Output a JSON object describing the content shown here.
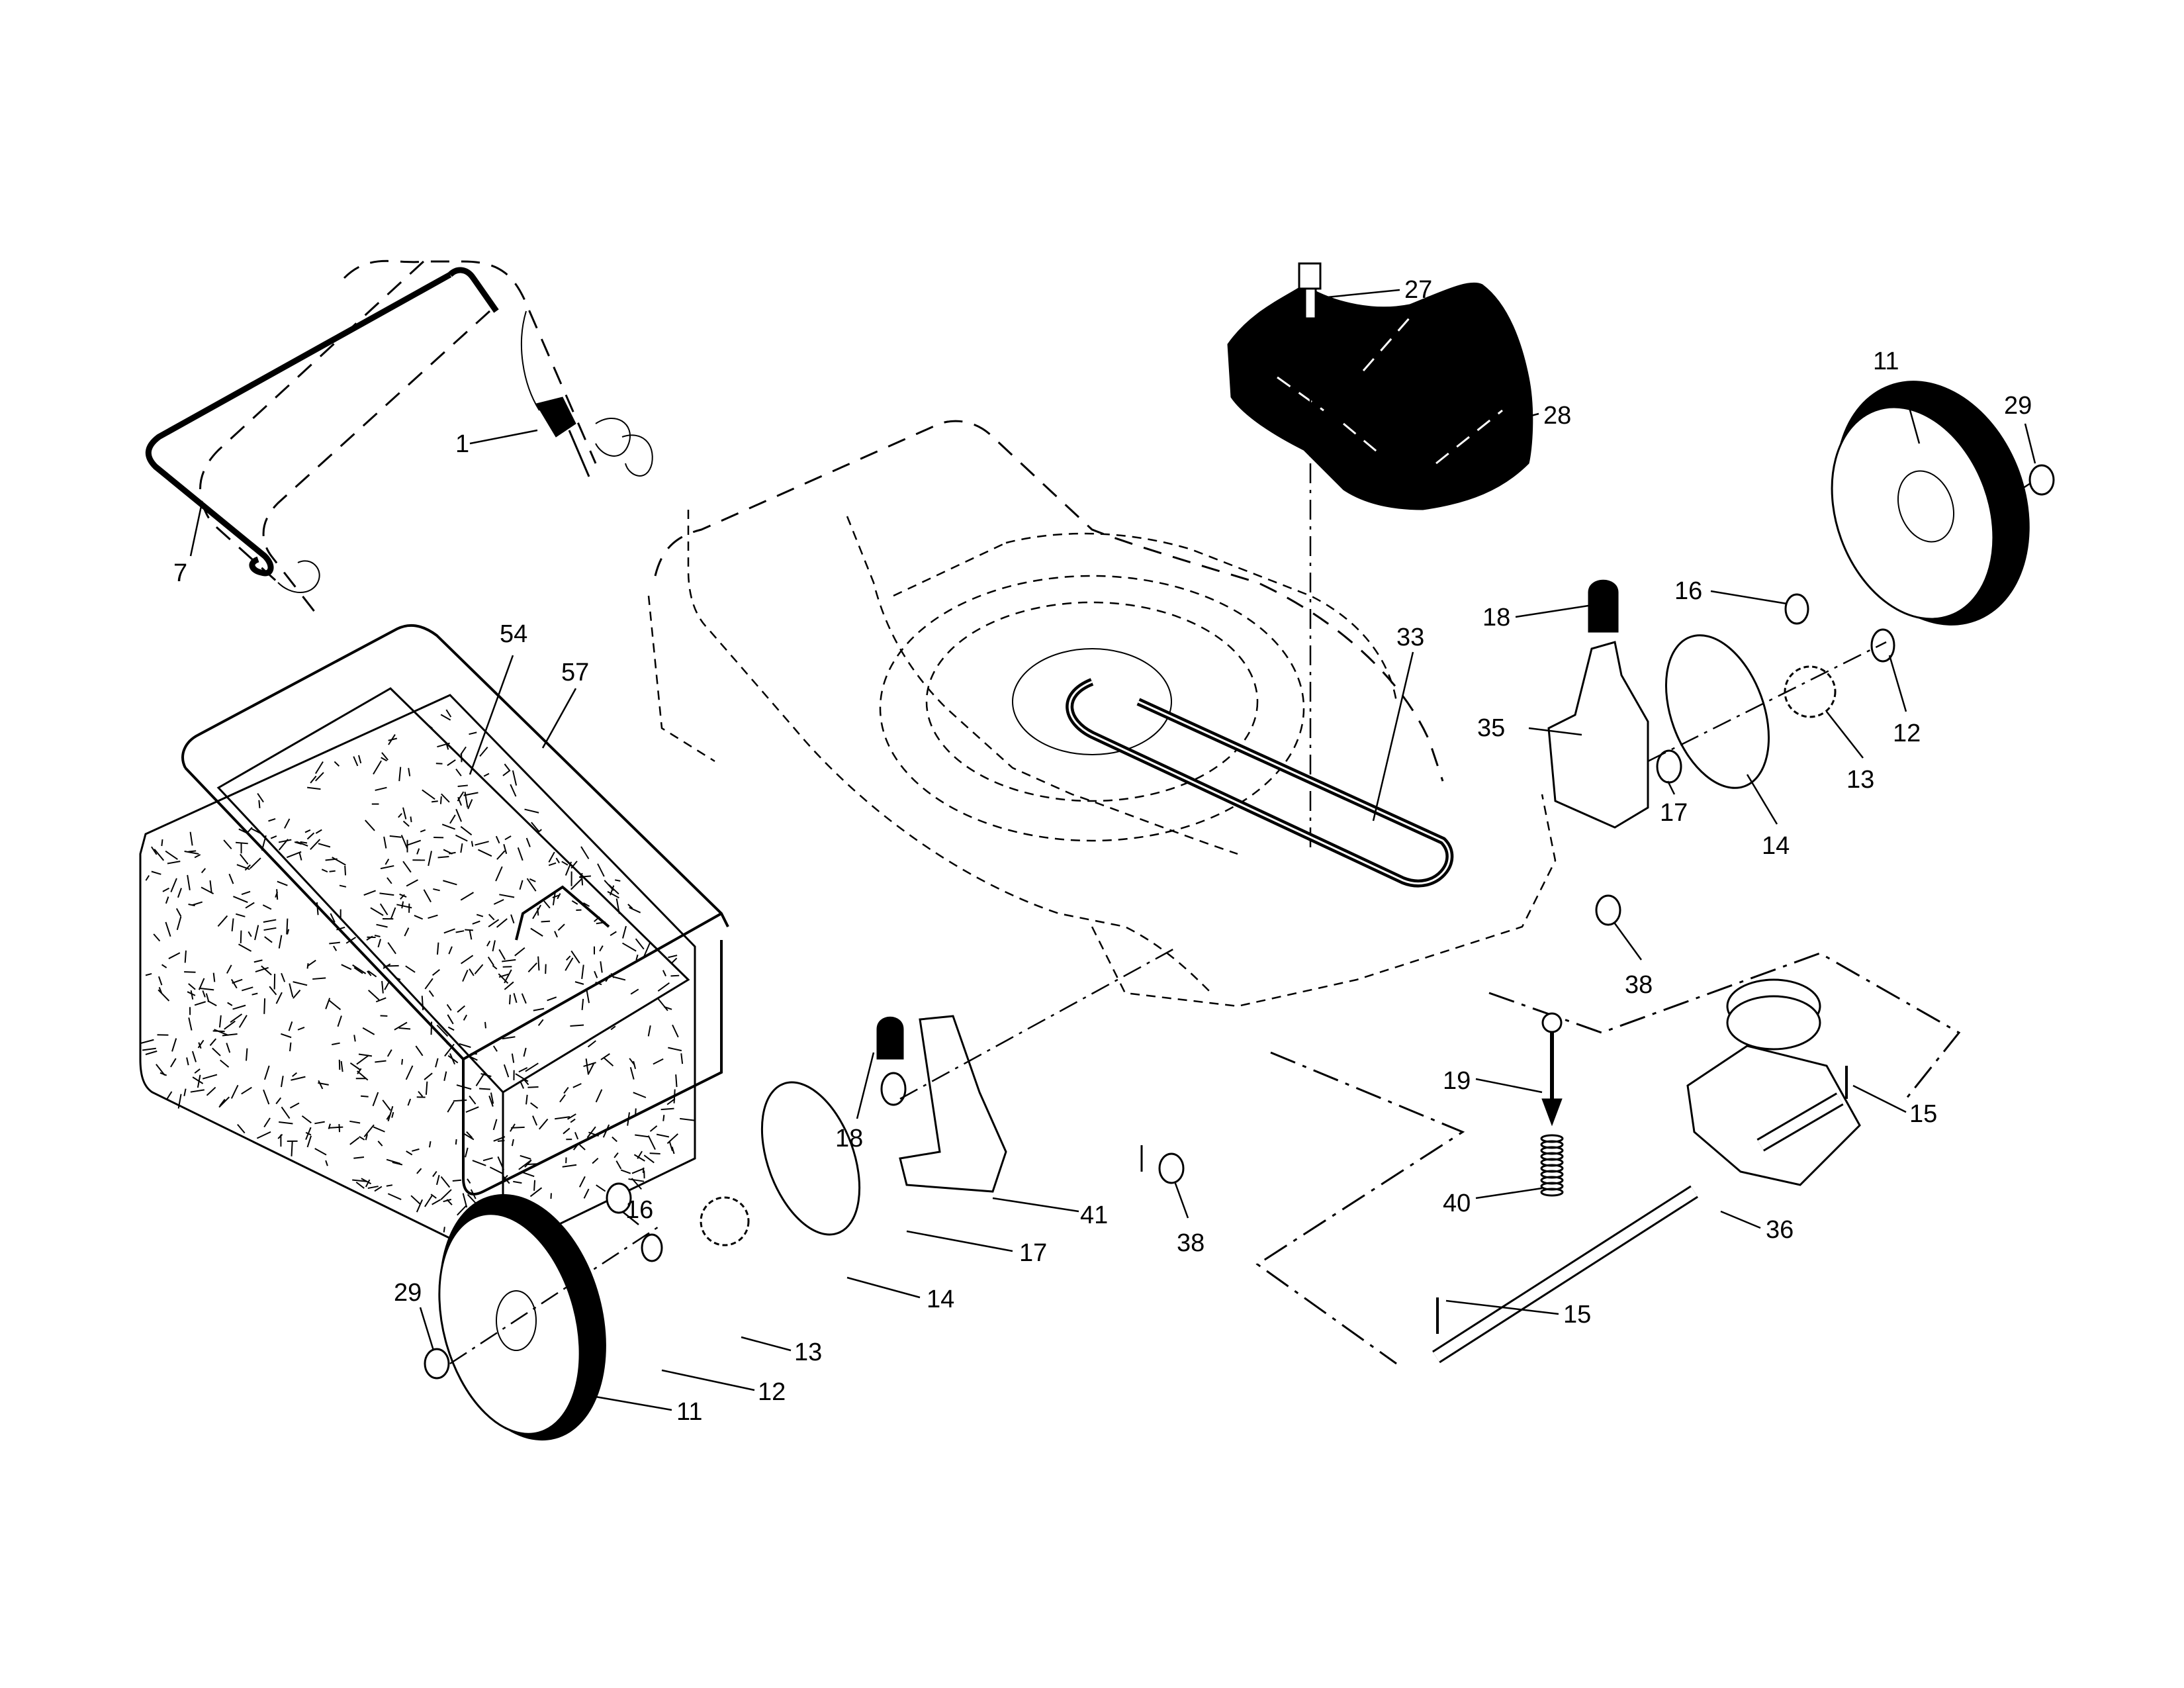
{
  "diagram": {
    "type": "exploded-parts-diagram",
    "subject": "lawn mower deck, drive and grass bag assembly",
    "callouts": [
      {
        "id": "c1",
        "number": "1",
        "part": "cable clip"
      },
      {
        "id": "c7",
        "number": "7",
        "part": "drive control bail"
      },
      {
        "id": "c27",
        "number": "27",
        "part": "bolt"
      },
      {
        "id": "c28",
        "number": "28",
        "part": "belt cover"
      },
      {
        "id": "c11a",
        "number": "11",
        "part": "rear wheel (right)"
      },
      {
        "id": "c29a",
        "number": "29",
        "part": "wheel nut (right)"
      },
      {
        "id": "c16a",
        "number": "16",
        "part": "washer (right)"
      },
      {
        "id": "c18a",
        "number": "18",
        "part": "height adjuster knob (right)"
      },
      {
        "id": "c33",
        "number": "33",
        "part": "drive belt"
      },
      {
        "id": "c35",
        "number": "35",
        "part": "height adjuster bracket (right)"
      },
      {
        "id": "c12a",
        "number": "12",
        "part": "retaining ring (right)"
      },
      {
        "id": "c13a",
        "number": "13",
        "part": "pinion gear (right)"
      },
      {
        "id": "c17a",
        "number": "17",
        "part": "bushing (right)"
      },
      {
        "id": "c14a",
        "number": "14",
        "part": "dust cover (right)"
      },
      {
        "id": "c38a",
        "number": "38",
        "part": "nut (upper)"
      },
      {
        "id": "c54",
        "number": "54",
        "part": "grass bag"
      },
      {
        "id": "c57",
        "number": "57",
        "part": "grass bag frame"
      },
      {
        "id": "c19",
        "number": "19",
        "part": "shoulder bolt"
      },
      {
        "id": "c15a",
        "number": "15",
        "part": "roll pin (upper)"
      },
      {
        "id": "c18b",
        "number": "18",
        "part": "height adjuster knob (left)"
      },
      {
        "id": "c41",
        "number": "41",
        "part": "height adjuster bracket (left)"
      },
      {
        "id": "c40",
        "number": "40",
        "part": "spring"
      },
      {
        "id": "c36",
        "number": "36",
        "part": "transmission"
      },
      {
        "id": "c38b",
        "number": "38",
        "part": "nut (lower)"
      },
      {
        "id": "c17b",
        "number": "17",
        "part": "bushing (left)"
      },
      {
        "id": "c16b",
        "number": "16",
        "part": "washer (left)"
      },
      {
        "id": "c29b",
        "number": "29",
        "part": "wheel nut (left)"
      },
      {
        "id": "c14b",
        "number": "14",
        "part": "dust cover (left)"
      },
      {
        "id": "c15b",
        "number": "15",
        "part": "roll pin (lower)"
      },
      {
        "id": "c13b",
        "number": "13",
        "part": "pinion gear (left)"
      },
      {
        "id": "c12b",
        "number": "12",
        "part": "retaining ring (left)"
      },
      {
        "id": "c11b",
        "number": "11",
        "part": "rear wheel (left)"
      }
    ]
  },
  "colors": {
    "ink": "#000000",
    "paper": "#ffffff"
  }
}
